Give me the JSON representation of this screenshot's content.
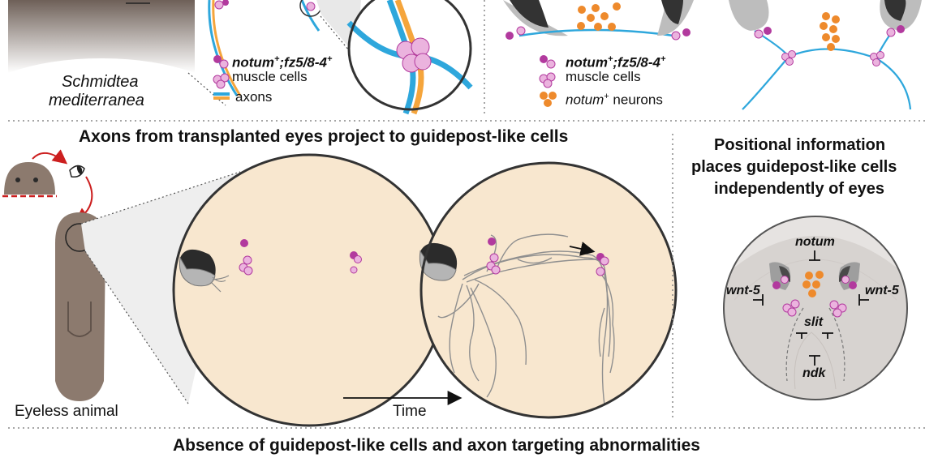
{
  "top": {
    "species_line1": "Schmidtea",
    "species_line2": "mediterranea",
    "legend_left": {
      "marker_label": "notum",
      "marker_sup1": "+",
      "marker_mid": ";fz5/8-4",
      "marker_sup2": "+",
      "muscle_cells": "muscle cells",
      "axons": "axons"
    },
    "legend_right": {
      "marker_label": "notum",
      "marker_sup1": "+",
      "marker_mid": ";fz5/8-4",
      "marker_sup2": "+",
      "muscle_cells": "muscle cells",
      "neurons_italic": "notum",
      "neurons_sup": "+",
      "neurons_text": " neurons"
    }
  },
  "middle": {
    "title": "Axons from transplanted eyes project to guidepost-like cells",
    "eyeless_label": "Eyeless animal",
    "time_label": "Time"
  },
  "right_panel": {
    "title_line1": "Positional information",
    "title_line2": "places guidepost-like cells",
    "title_line3": "independently of eyes",
    "gene_notum": "notum",
    "gene_wnt5_left": "wnt-5",
    "gene_wnt5_right": "wnt-5",
    "gene_slit": "slit",
    "gene_ndk": "ndk"
  },
  "bottom": {
    "title": "Absence of guidepost-like cells and axon targeting abnormalities"
  },
  "colors": {
    "cream": "#f8e7cf",
    "worm_brown": "#8c7a6e",
    "magenta": "#b23a9e",
    "pink": "#ebb3de",
    "orange": "#ee8a2c",
    "axon_blue": "#2ea7dc",
    "axon_orange": "#f5a53c",
    "arrow_red": "#cc1f1f"
  }
}
